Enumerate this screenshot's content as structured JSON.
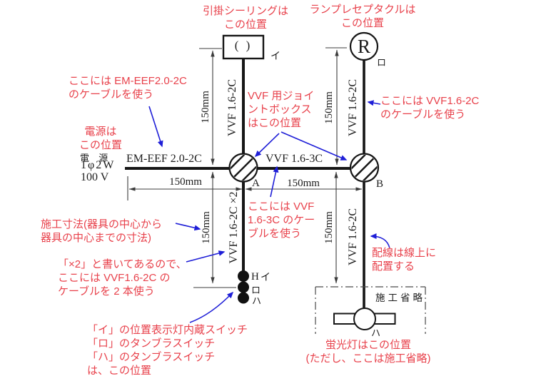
{
  "colors": {
    "annotation_red": "#e8414b",
    "arrow_blue": "#1e1ed7",
    "diagram_black": "#1c1c1c"
  },
  "ann": {
    "ceiling": {
      "l1": "引掛シーリングは",
      "l2": "この位置"
    },
    "receptacle": {
      "l1": "ランプレセプタクルは",
      "l2": "この位置"
    },
    "emeef": {
      "l1": "ここには EM-EEF2.0-2C",
      "l2": "のケーブルを使う"
    },
    "power": {
      "l1": "電源は",
      "l2": "この位置"
    },
    "jointbox": {
      "l1": "VVF 用ジョイ",
      "l2": "ントボックス",
      "l3": "はこの位置"
    },
    "vvf2c_right": {
      "l1": "ここには VVF1.6-2C",
      "l2": "のケーブルを使う"
    },
    "vvf3c": {
      "l1": "ここには VVF",
      "l2": "1.6-3C のケー",
      "l3": "ブルを使う"
    },
    "dim_note": {
      "l1": "施工寸法(器具の中心から",
      "l2": "器具の中心までの寸法)"
    },
    "x2_note": {
      "l1": "「×2」と書いてあるので、",
      "l2": "ここには VVF1.6-2C の",
      "l3": "ケーブルを 2 本使う"
    },
    "switch_note": {
      "l1": "「イ」の位置表示灯内蔵スイッチ",
      "l2": "「ロ」のタンブラスイッチ",
      "l3": "「ハ」のタンブラスイッチ",
      "l4": "は、この位置"
    },
    "wiring_note": {
      "l1": "配線は線上に",
      "l2": "配置する"
    },
    "fluor_note": {
      "l1": "蛍光灯はこの位置",
      "l2": "(ただし、ここは施工省略)"
    }
  },
  "diagram": {
    "power_word": "電 源",
    "power_spec1": "1φ2W",
    "power_spec2": "100 V",
    "cable_emeef": "EM-EEF 2.0-2C",
    "cable_vvf3c": "VVF 1.6-3C",
    "vvf2c": "VVF 1.6-2C",
    "vvf2c_x2": "VVF 1.6-2C ×2",
    "dim_150": "150mm",
    "box_a": "A",
    "box_b": "B",
    "fixture_symbol": "( )",
    "lamp_r": "R",
    "label_i_fixture": "イ",
    "label_ro_lamp": "ロ",
    "switch_h": "H",
    "switch_i": "イ",
    "switch_ro": "ロ",
    "switch_ha": "ハ",
    "label_ha_fluor": "ハ",
    "omitted_area": "施工省略"
  }
}
